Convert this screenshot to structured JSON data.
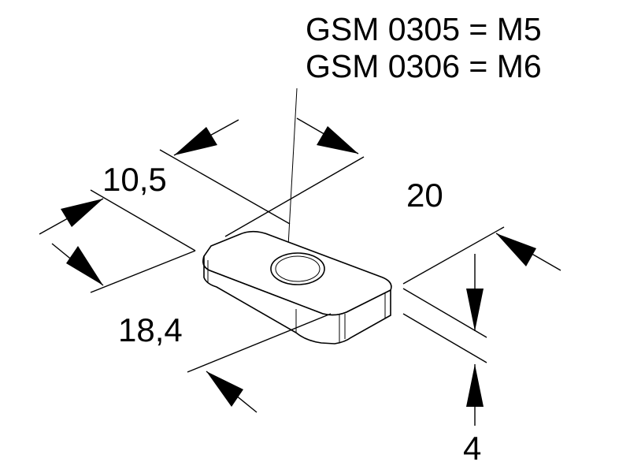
{
  "title_lines": [
    "GSM 0305 = M5",
    "GSM 0306 = M6"
  ],
  "dimensions": {
    "d1": "10,5",
    "d2": "20",
    "d3": "18,4",
    "d4": "4"
  }
}
